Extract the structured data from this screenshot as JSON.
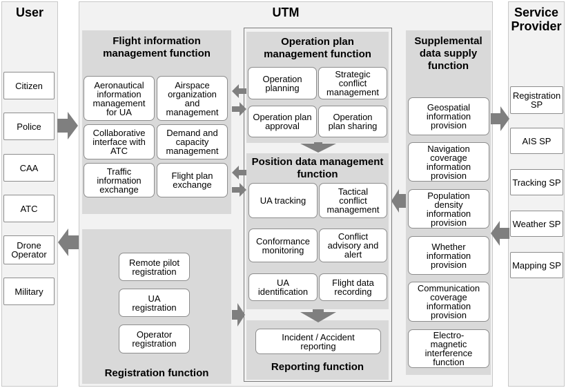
{
  "user": {
    "title": "User",
    "items": [
      "Citizen",
      "Police",
      "CAA",
      "ATC",
      "Drone\nOperator",
      "Military"
    ]
  },
  "utm": {
    "title": "UTM"
  },
  "service_provider": {
    "title": "Service\nProvider",
    "items": [
      "Registration\nSP",
      "AIS SP",
      "Tracking SP",
      "Weather SP",
      "Mapping SP"
    ]
  },
  "flight_info": {
    "title": "Flight information\nmanagement function",
    "items": [
      "Aeronautical\ninformation\nmanagement\nfor UA",
      "Airspace\norganization\nand\nmanagement",
      "Collaborative\ninterface with\nATC",
      "Demand and\ncapacity\nmanagement",
      "Traffic\ninformation\nexchange",
      "Flight plan\nexchange"
    ]
  },
  "registration": {
    "title": "Registration function",
    "items": [
      "Remote pilot\nregistration",
      "UA\nregistration",
      "Operator\nregistration"
    ]
  },
  "operation_plan": {
    "title": "Operation plan\nmanagement function",
    "items": [
      "Operation\nplanning",
      "Strategic\nconflict\nmanagement",
      "Operation plan\napproval",
      "Operation\nplan sharing"
    ]
  },
  "position_data": {
    "title": "Position data management\nfunction",
    "items": [
      "UA tracking",
      "Tactical\nconflict\nmanagement",
      "Conformance\nmonitoring",
      "Conflict\nadvisory and\nalert",
      "UA\nidentification",
      "Flight data\nrecording"
    ]
  },
  "reporting": {
    "title": "Reporting function",
    "items": [
      "Incident / Accident\nreporting"
    ]
  },
  "supplemental": {
    "title": "Supplemental\ndata supply\nfunction",
    "items": [
      "Geospatial\ninformation\nprovision",
      "Navigation\ncoverage\ninformation\nprovision",
      "Population\ndensity\ninformation\nprovision",
      "Whether\ninformation\nprovision",
      "Communication\ncoverage\ninformation\nprovision",
      "Electro-\nmagnetic\ninterference\nfunction"
    ]
  },
  "colors": {
    "panel": "#f2f2f2",
    "zone": "#d9d9d9",
    "arrow": "#7f7f7f"
  }
}
